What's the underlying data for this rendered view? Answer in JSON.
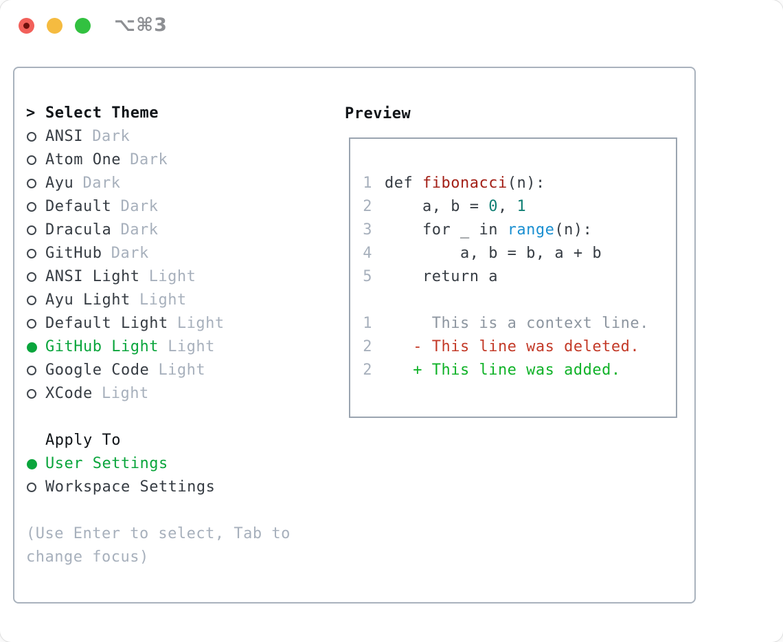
{
  "window": {
    "title": "⌥⌘3"
  },
  "colors": {
    "accent-green": "#0aa53c",
    "added-green": "#10b228",
    "deleted-red": "#c33a28",
    "func-red": "#a32017",
    "builtin-blue": "#1a8fd1",
    "number-teal": "#107f74",
    "text-dark": "#363c43",
    "text-black": "#101418",
    "muted-gray": "#a7b0bc",
    "context-gray": "#8d96a0",
    "border-gray": "#a9b2bd",
    "box-border": "#9aa4b0",
    "traffic-red": "#f2605a",
    "traffic-red-dot": "#6e100c",
    "traffic-yellow": "#f5bb40",
    "traffic-green": "#32c140",
    "title-gray": "#8d8f93"
  },
  "theme_panel": {
    "prompt": ">",
    "header": "Select Theme",
    "themes": [
      {
        "name": "ANSI",
        "variant": "Dark",
        "selected": false
      },
      {
        "name": "Atom One",
        "variant": "Dark",
        "selected": false
      },
      {
        "name": "Ayu",
        "variant": "Dark",
        "selected": false
      },
      {
        "name": "Default",
        "variant": "Dark",
        "selected": false
      },
      {
        "name": "Dracula",
        "variant": "Dark",
        "selected": false
      },
      {
        "name": "GitHub",
        "variant": "Dark",
        "selected": false
      },
      {
        "name": "ANSI Light",
        "variant": "Light",
        "selected": false
      },
      {
        "name": "Ayu Light",
        "variant": "Light",
        "selected": false
      },
      {
        "name": "Default Light",
        "variant": "Light",
        "selected": false
      },
      {
        "name": "GitHub Light",
        "variant": "Light",
        "selected": true
      },
      {
        "name": "Google Code",
        "variant": "Light",
        "selected": false
      },
      {
        "name": "XCode",
        "variant": "Light",
        "selected": false
      }
    ],
    "apply_header": "Apply To",
    "apply_options": [
      {
        "label": "User Settings",
        "selected": true
      },
      {
        "label": "Workspace Settings",
        "selected": false
      }
    ],
    "help_lines": [
      "(Use Enter to select, Tab to",
      "change focus)"
    ]
  },
  "preview": {
    "title": "Preview",
    "lines": [
      {
        "num": "1",
        "kind": "code",
        "tokens": [
          {
            "t": "def ",
            "c": "code"
          },
          {
            "t": "fibonacci",
            "c": "func"
          },
          {
            "t": "(n):",
            "c": "code"
          }
        ]
      },
      {
        "num": "2",
        "kind": "code",
        "tokens": [
          {
            "t": "    a, b = ",
            "c": "code"
          },
          {
            "t": "0",
            "c": "number"
          },
          {
            "t": ", ",
            "c": "code"
          },
          {
            "t": "1",
            "c": "number"
          }
        ]
      },
      {
        "num": "3",
        "kind": "code",
        "tokens": [
          {
            "t": "    for _ in ",
            "c": "code"
          },
          {
            "t": "range",
            "c": "builtin"
          },
          {
            "t": "(n):",
            "c": "code"
          }
        ]
      },
      {
        "num": "4",
        "kind": "code",
        "tokens": [
          {
            "t": "        a, b = b, a + b",
            "c": "code"
          }
        ]
      },
      {
        "num": "5",
        "kind": "code",
        "tokens": [
          {
            "t": "    return a",
            "c": "code"
          }
        ]
      },
      {
        "num": "",
        "kind": "blank",
        "tokens": []
      },
      {
        "num": "1",
        "kind": "context",
        "tokens": [
          {
            "t": "     This is a context line.",
            "c": "context"
          }
        ]
      },
      {
        "num": "2",
        "kind": "deleted",
        "tokens": [
          {
            "t": "   - This line was deleted.",
            "c": "deleted"
          }
        ]
      },
      {
        "num": "2",
        "kind": "added",
        "tokens": [
          {
            "t": "   + This line was added.",
            "c": "added"
          }
        ]
      }
    ]
  }
}
